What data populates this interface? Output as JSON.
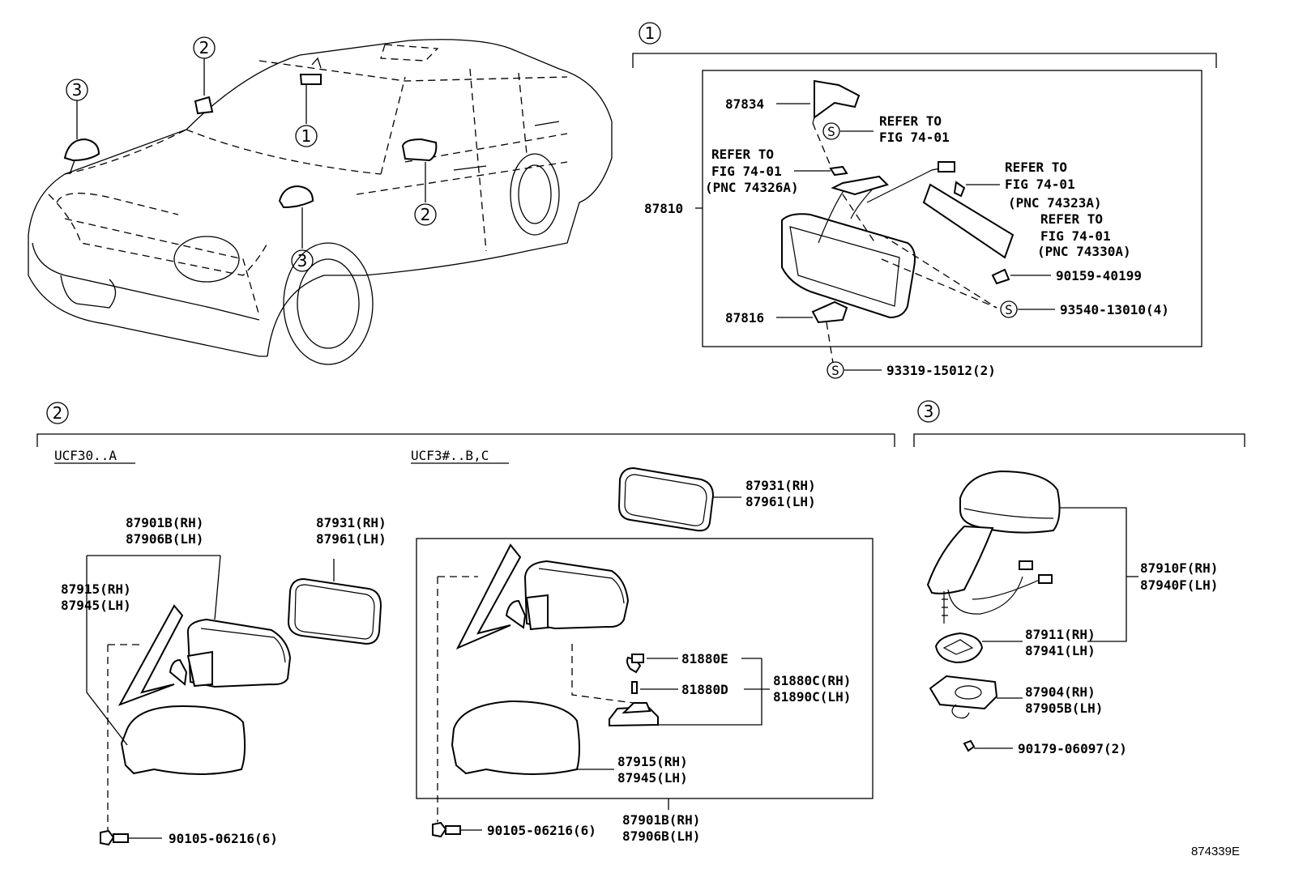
{
  "callouts": {
    "c1": "1",
    "c2": "2",
    "c3": "3"
  },
  "section1": {
    "p87834": "87834",
    "p87810": "87810",
    "p87816": "87816",
    "refer_a": {
      "l1": "REFER TO",
      "l2": "FIG 74-01"
    },
    "refer_b": {
      "l1": "REFER TO",
      "l2": "FIG 74-01",
      "l3": "(PNC 74326A)"
    },
    "refer_c": {
      "l1": "REFER TO",
      "l2": "FIG 74-01",
      "l3": "(PNC 74323A)"
    },
    "refer_d": {
      "l1": "REFER TO",
      "l2": "FIG 74-01",
      "l3": "(PNC 74330A)"
    },
    "p90159": "90159-40199",
    "p93540": "93540-13010(4)",
    "p93319": "93319-15012(2)",
    "s_symbol": "S"
  },
  "section2": {
    "variant_a": "UCF30..A",
    "variant_bc": "UCF3#..B,C",
    "a_87901": "87901B(RH)",
    "a_87906": "87906B(LH)",
    "a_87915": "87915(RH)",
    "a_87945": "87945(LH)",
    "a_87931": "87931(RH)",
    "a_87961": "87961(LH)",
    "a_bolt": "90105-06216(6)",
    "b_87931": "87931(RH)",
    "b_87961": "87961(LH)",
    "b_81880e": "81880E",
    "b_81880d": "81880D",
    "b_81880c": "81880C(RH)",
    "b_81890c": "81890C(LH)",
    "b_87915": "87915(RH)",
    "b_87945": "87945(LH)",
    "b_87901": "87901B(RH)",
    "b_87906": "87906B(LH)",
    "b_bolt": "90105-06216(6)"
  },
  "section3": {
    "p87910": "87910F(RH)",
    "p87940": "87940F(LH)",
    "p87911": "87911(RH)",
    "p87941": "87941(LH)",
    "p87904": "87904(RH)",
    "p87905": "87905B(LH)",
    "p90179": "90179-06097(2)"
  },
  "figure_id": "874339E"
}
